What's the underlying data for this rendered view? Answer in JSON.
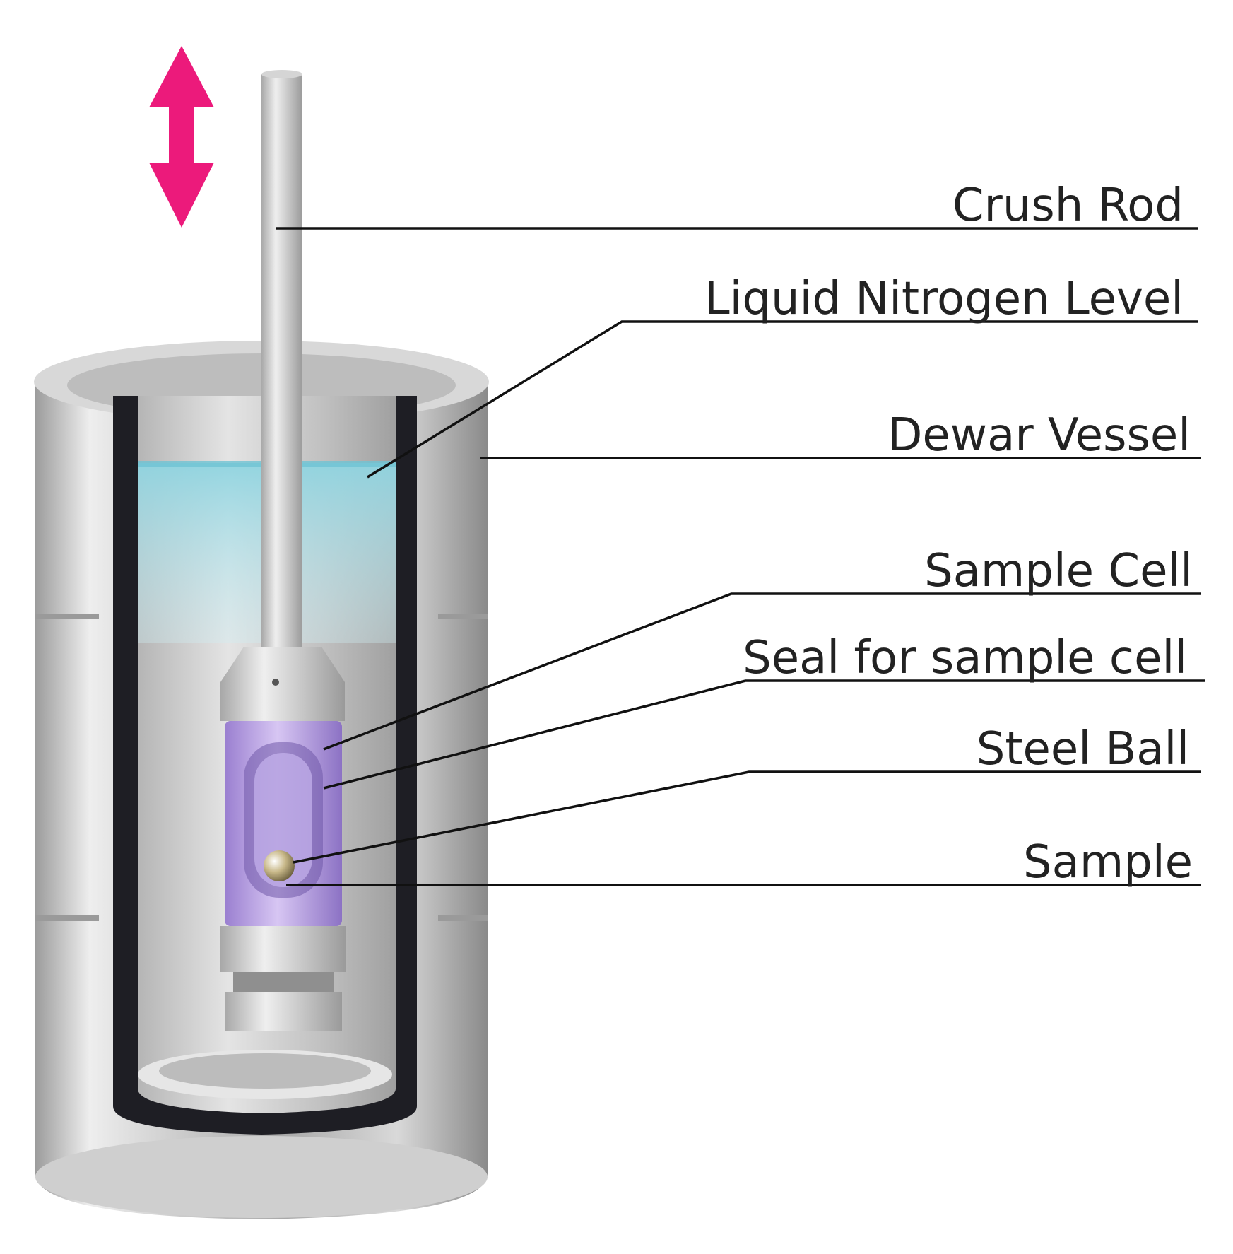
{
  "labels": {
    "crush_rod": "Crush Rod",
    "liquid_nitrogen_level": "Liquid Nitrogen Level",
    "dewar_vessel": "Dewar Vessel",
    "sample_cell": "Sample Cell",
    "seal": "Seal for sample cell",
    "steel_ball": "Steel Ball",
    "sample": "Sample"
  },
  "colors": {
    "arrow": "#ec1a7b",
    "nitrogen": "#8fd4e0",
    "cell": "#b99ae6",
    "leader_line": "#111111"
  },
  "icons": {
    "motion_arrow": "double-headed-vertical-arrow"
  }
}
